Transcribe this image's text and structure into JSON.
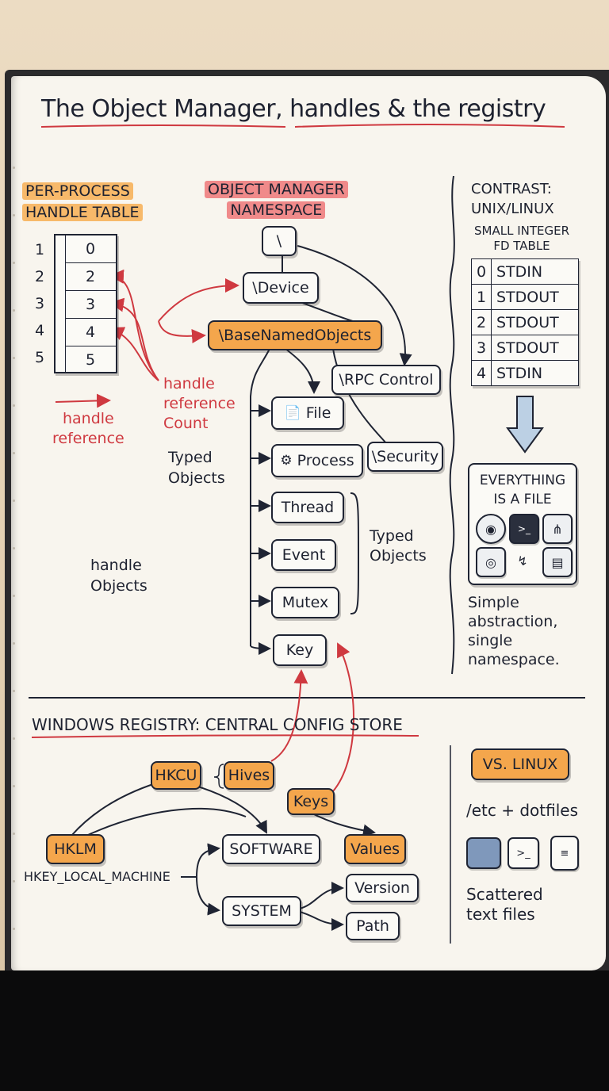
{
  "title": "The Object Manager, handles & the registry",
  "handle_table": {
    "heading_line1": "PER-PROCESS",
    "heading_line2": "HANDLE TABLE",
    "rows": [
      {
        "index": "1",
        "value": "0"
      },
      {
        "index": "2",
        "value": "2"
      },
      {
        "index": "3",
        "value": "3"
      },
      {
        "index": "4",
        "value": "4"
      },
      {
        "index": "5",
        "value": "5"
      }
    ],
    "handle_reference_line1": "handle",
    "handle_reference_line2": "reference",
    "ref_count_line1": "handle",
    "ref_count_line2": "reference",
    "ref_count_line3": "Count",
    "typed_objects_line1": "Typed",
    "typed_objects_line2": "Objects",
    "handle_objects_line1": "handle",
    "handle_objects_line2": "Objects"
  },
  "namespace": {
    "heading_line1": "OBJECT MANAGER",
    "heading_line2": "NAMESPACE",
    "root": "\\",
    "device": "\\Device",
    "base_named_objects": "\\BaseNamedObjects",
    "rpc_control": "\\RPC Control",
    "security": "\\Security",
    "objects": [
      {
        "label": "File",
        "icon": "document-icon"
      },
      {
        "label": "Process",
        "icon": "process-icon"
      },
      {
        "label": "Thread"
      },
      {
        "label": "Event"
      },
      {
        "label": "Mutex"
      },
      {
        "label": "Key"
      }
    ],
    "typed_objects_line1": "Typed",
    "typed_objects_line2": "Objects"
  },
  "contrast": {
    "heading_line1": "CONTRAST:",
    "heading_line2": "UNIX/LINUX",
    "sub_line1": "SMALL INTEGER",
    "sub_line2": "FD TABLE",
    "fd_rows": [
      {
        "fd": "0",
        "name": "STDIN"
      },
      {
        "fd": "1",
        "name": "STDOUT"
      },
      {
        "fd": "2",
        "name": "STDOUT"
      },
      {
        "fd": "3",
        "name": "STDOUT"
      },
      {
        "fd": "4",
        "name": "STDIN"
      }
    ],
    "everything_line1": "EVERYTHING",
    "everything_line2": "IS A FILE",
    "simple_line1": "Simple",
    "simple_line2": "abstraction,",
    "simple_line3": "single",
    "simple_line4": "namespace."
  },
  "registry": {
    "heading": "WINDOWS REGISTRY: CENTRAL CONFIG STORE",
    "hkcu": "HKCU",
    "hives": "Hives",
    "keys": "Keys",
    "hklm": "HKLM",
    "hklm_full": "HKEY_LOCAL_MACHINE",
    "software": "SOFTWARE",
    "values": "Values",
    "system": "SYSTEM",
    "version": "Version",
    "path": "Path"
  },
  "linux": {
    "badge": "VS. LINUX",
    "etc": "/etc + dotfiles",
    "scattered_line1": "Scattered",
    "scattered_line2": "text files"
  },
  "colors": {
    "accent_orange": "#f4a64c",
    "accent_red": "#cf3940",
    "ink": "#1f2433",
    "paper": "#f8f5ee"
  }
}
